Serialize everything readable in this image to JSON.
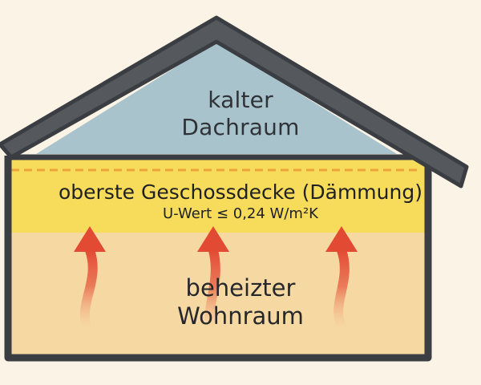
{
  "attic": {
    "line1": "kalter",
    "line2": "Dachraum"
  },
  "insulation": {
    "title": "oberste Geschossdecke (Dämmung)",
    "u_value": "U-Wert ≤ 0,24 W/m²K"
  },
  "room": {
    "line1": "beheizter",
    "line2": "Wohnraum"
  },
  "colors": {
    "outline": "#3a3d42",
    "attic_fill": "#a9c3cd",
    "insulation_fill": "#f7dc5b",
    "insulation_dash": "#e9a33a",
    "room_fill": "#f6d9a2",
    "arrow": "#e24a34",
    "background": "#fbf4e6"
  },
  "icons": {
    "heat_arrows": "heat-flow-arrow-icon",
    "arrow_count": 3
  }
}
